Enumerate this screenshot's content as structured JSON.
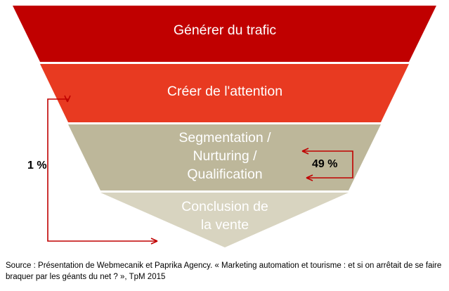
{
  "figure": {
    "type": "funnel-diagram",
    "bands": [
      {
        "id": "band-traffic",
        "label": "Générer du trafic",
        "color": "#C00000"
      },
      {
        "id": "band-attention",
        "label": "Créer de l'attention",
        "color": "#E83A21"
      },
      {
        "id": "band-segmentation",
        "label": "Segmentation /\nNurturing /\nQualification",
        "color": "#BDB79A"
      },
      {
        "id": "band-conclusion",
        "label": "Conclusion de\nla vente",
        "color": "#D8D4C0"
      }
    ],
    "annotations": [
      {
        "id": "annot-left",
        "text": "1 %",
        "color": "#C00000"
      },
      {
        "id": "annot-right",
        "text": "49 %",
        "color": "#C00000"
      }
    ],
    "source": "Source : Présentation de Webmecanik et Paprika Agency. « Marketing automation et tourisme : et si on arrêtait de se faire braquer par les géants du net ? », TpM 2015"
  }
}
